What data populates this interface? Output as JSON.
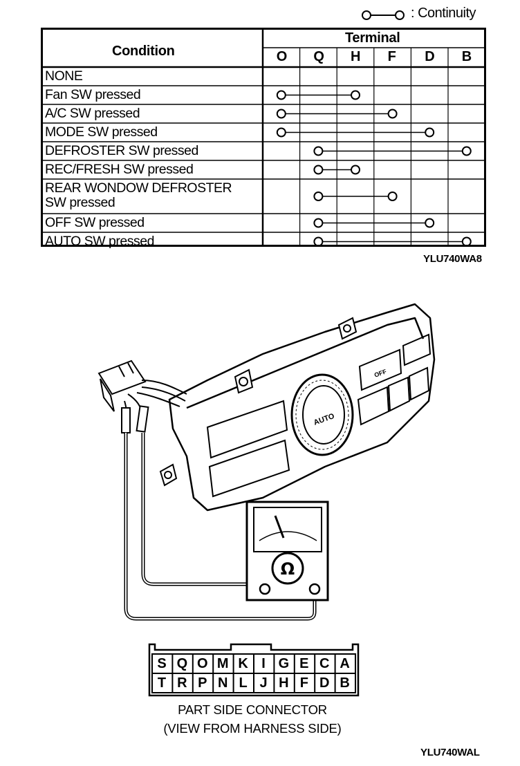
{
  "legend": {
    "label": ": Continuity"
  },
  "table": {
    "condition_header": "Condition",
    "terminal_header": "Terminal",
    "terminals": [
      "O",
      "Q",
      "H",
      "F",
      "D",
      "B"
    ],
    "rows": [
      {
        "condition": "NONE",
        "connect": []
      },
      {
        "condition": "Fan SW pressed",
        "connect": [
          "O",
          "H"
        ]
      },
      {
        "condition": "A/C SW pressed",
        "connect": [
          "O",
          "F"
        ]
      },
      {
        "condition": "MODE SW pressed",
        "connect": [
          "O",
          "D"
        ]
      },
      {
        "condition": "DEFROSTER SW pressed",
        "connect": [
          "Q",
          "B"
        ]
      },
      {
        "condition": "REC/FRESH SW pressed",
        "connect": [
          "Q",
          "H"
        ]
      },
      {
        "condition": "REAR WONDOW DEFROSTER\nSW pressed",
        "connect": [
          "Q",
          "F"
        ]
      },
      {
        "condition": "OFF SW pressed",
        "connect": [
          "Q",
          "D"
        ]
      },
      {
        "condition": "AUTO SW pressed",
        "connect": [
          "Q",
          "B"
        ]
      }
    ]
  },
  "figure_codes": {
    "table": "YLU740WA8",
    "bottom": "YLU740WAL"
  },
  "panel_labels": {
    "off": "OFF",
    "auto": "AUTO",
    "meter_symbol": "Ω"
  },
  "connector": {
    "top_row": [
      "S",
      "Q",
      "O",
      "M",
      "K",
      "I",
      "G",
      "E",
      "C",
      "A"
    ],
    "bottom_row": [
      "T",
      "R",
      "P",
      "N",
      "L",
      "J",
      "H",
      "F",
      "D",
      "B"
    ],
    "caption_line1": "PART SIDE CONNECTOR",
    "caption_line2": "(VIEW FROM HARNESS SIDE)"
  }
}
